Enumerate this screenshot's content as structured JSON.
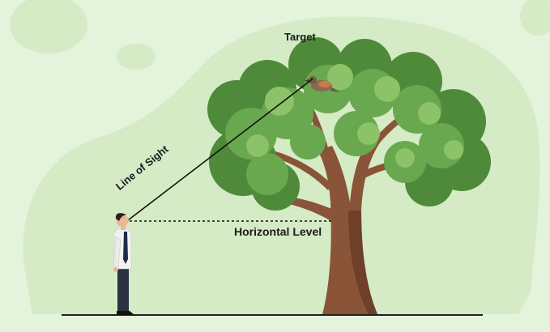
{
  "labels": {
    "target": "Target",
    "line_of_sight": "Line of Sight",
    "horizontal_level": "Horizontal Level"
  },
  "colors": {
    "background": "#e4f3dc",
    "backdrop_blob": "#d4ebc6",
    "ground": "#1f1f1f",
    "trunk": "#8a5438",
    "trunk_dark": "#6e3f29",
    "leaf_dark": "#4f8a3a",
    "leaf_mid": "#6aa84f",
    "leaf_light": "#8cc268",
    "line": "#111111",
    "bird": "#8b6a52",
    "shirt": "#f2f2f2",
    "trousers": "#2b3340",
    "skin": "#e8b896",
    "hair": "#2a211c",
    "tie": "#1d2a4a"
  }
}
